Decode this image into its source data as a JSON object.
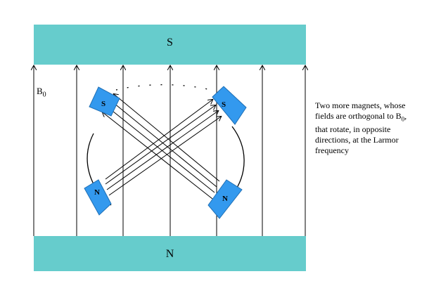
{
  "top_magnet": {
    "label": "S",
    "color": "#66cccc"
  },
  "bottom_magnet": {
    "label": "N",
    "color": "#66cccc"
  },
  "field_label": {
    "main": "B",
    "sub": "0"
  },
  "rotating_magnets": {
    "color": "#3399ee",
    "labels": [
      "S",
      "N",
      "S",
      "N"
    ]
  },
  "caption": {
    "part1": "Two more magnets, whose fields are orthogonal to B",
    "sub": "0",
    "part2": ", that rotate, in opposite directions, at the Larmor frequency"
  }
}
